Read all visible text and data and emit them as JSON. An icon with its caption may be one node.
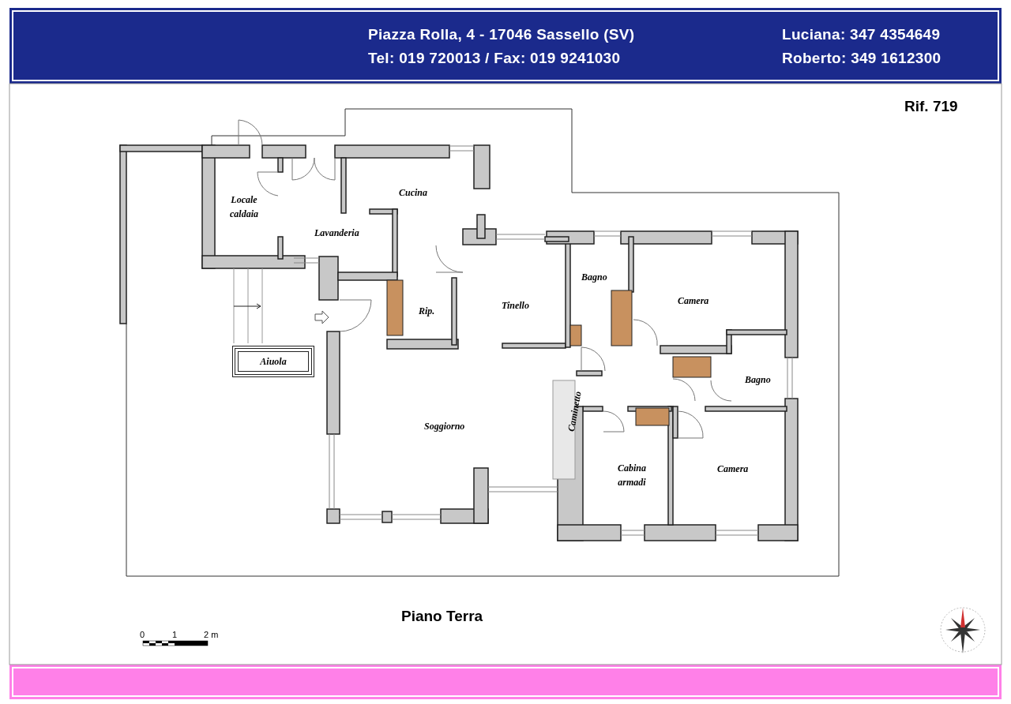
{
  "diagram": {
    "title": "Piano Terra",
    "nodes": [
      {
        "text": [
          "Aiuola"
        ]
      }
    ],
    "labels": [
      "Piazza Rolla, 4 - 17046 Sassello (SV)",
      "Tel: 019 720013 / Fax: 019 9241030",
      "Luciana: 347 4354649",
      "Roberto: 349 1612300",
      "Rif. 719",
      "Cucina",
      "Locale caldaia",
      "Lavanderia",
      "Bagno",
      "Camera",
      "Rip.",
      "Tinello",
      "Bagno",
      "Soggiorno",
      "Caminetto",
      "Cabina armadi",
      "Camera",
      "0",
      "1",
      "2 m"
    ]
  }
}
